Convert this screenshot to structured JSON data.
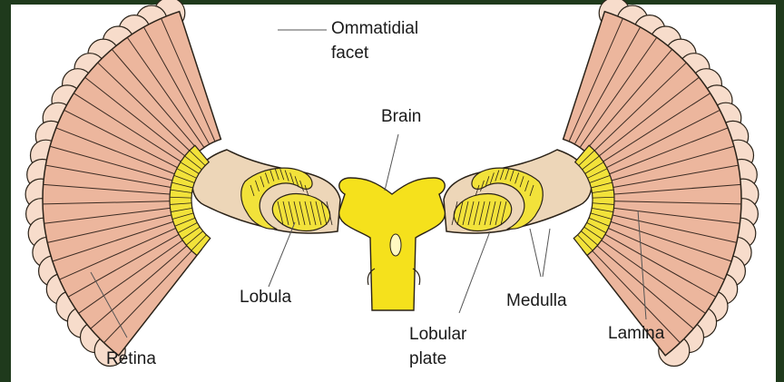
{
  "labels": {
    "facet_line1": "Ommatidial",
    "facet_line2": "facet",
    "brain": "Brain",
    "lobula": "Lobula",
    "retina": "Retina",
    "lobular_line1": "Lobular",
    "lobular_line2": "plate",
    "medulla": "Medulla",
    "lamina": "Lamina"
  },
  "colors": {
    "frame": "#1f3a1c",
    "background": "#ffffff",
    "retina_fill": "#ecb69d",
    "retina_stroke": "#3a2a22",
    "facet_fill": "#f7dccb",
    "neuropil_fill": "#edd6b8",
    "yellow": "#f2e23a",
    "brain_yellow": "#f5e11c",
    "outline": "#2a2218",
    "leader": "#555555"
  }
}
